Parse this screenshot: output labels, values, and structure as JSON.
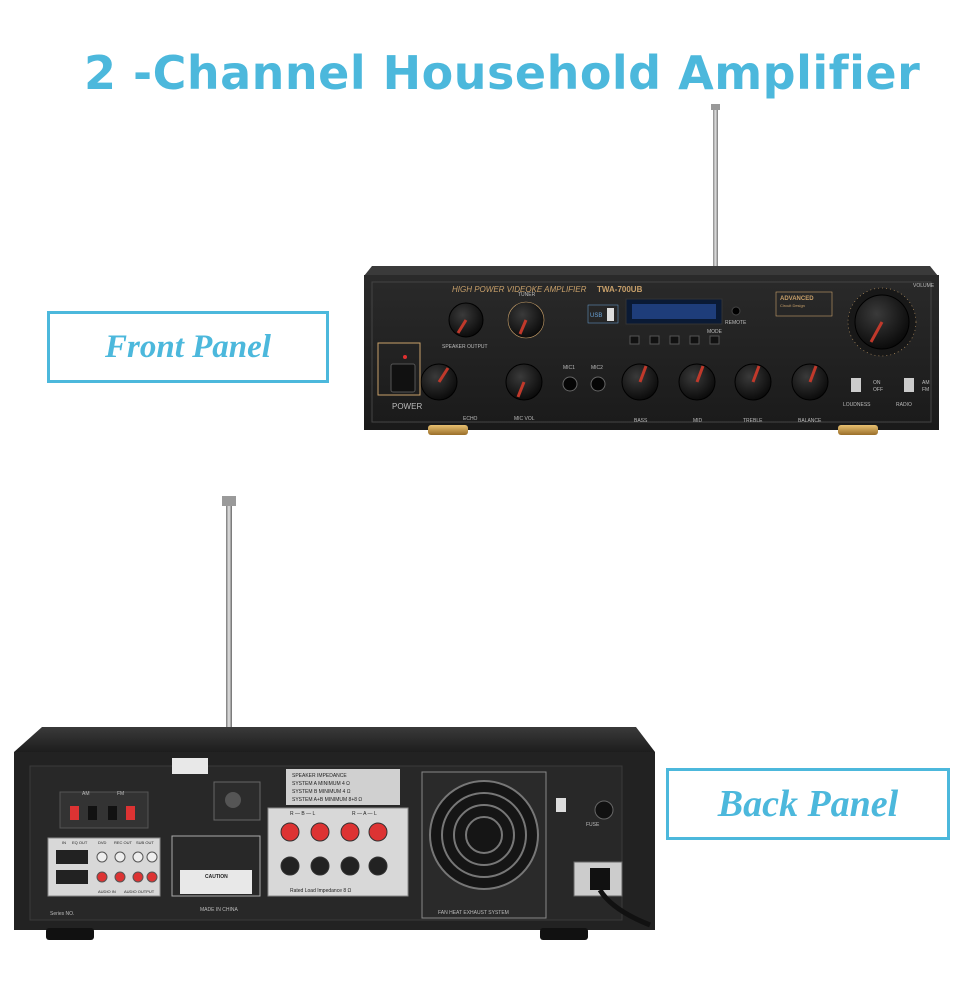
{
  "title": "2 -Channel Household Amplifier",
  "labels": {
    "front": "Front Panel",
    "back": "Back Panel"
  },
  "front_panel": {
    "header": "HIGH POWER VIDEOKE AMPLIFIER",
    "model": "TWA-700UB",
    "power": "POWER",
    "speaker_output": "SPEAKER OUTPUT",
    "tuner": "TUNER",
    "usb": "USB",
    "remote": "REMOTE",
    "mode": "MODE",
    "advanced": "ADVANCED",
    "circuit_design": "Circuit Design",
    "volume": "VOLUME",
    "knobs": [
      "ECHO",
      "MIC VOL",
      "BASS",
      "MID",
      "TREBLE",
      "BALANCE"
    ],
    "mic_inputs": [
      "MIC1",
      "MIC2"
    ],
    "loudness": "LOUDNESS",
    "radio": "RADIO",
    "switch_on": "ON",
    "switch_off": "OFF",
    "switch_am": "AM",
    "switch_fm": "FM"
  },
  "back_panel": {
    "am": "AM",
    "fm": "FM",
    "impedance_lines": [
      "SPEAKER IMPEDANCE",
      "SYSTEM A MINIMUM 4 Ω",
      "SYSTEM B MINIMUM 4 Ω",
      "SYSTEM A+B MINIMUM 8+8 Ω"
    ],
    "speaker_b": "R — B — L",
    "speaker_a": "R — A — L",
    "rated_load": "Rated Load Impedance 8 Ω",
    "fan": "FAN HEAT EXHAUST SYSTEM",
    "fuse": "FUSE",
    "made_in": "MADE IN CHINA",
    "series": "Series NO.",
    "caution": "CAUTION",
    "io_labels": [
      "IN",
      "EQ OUT",
      "DVD",
      "REC OUT",
      "SUB OUT",
      "AUDIO IN",
      "AUDIO OUTPUT"
    ]
  }
}
